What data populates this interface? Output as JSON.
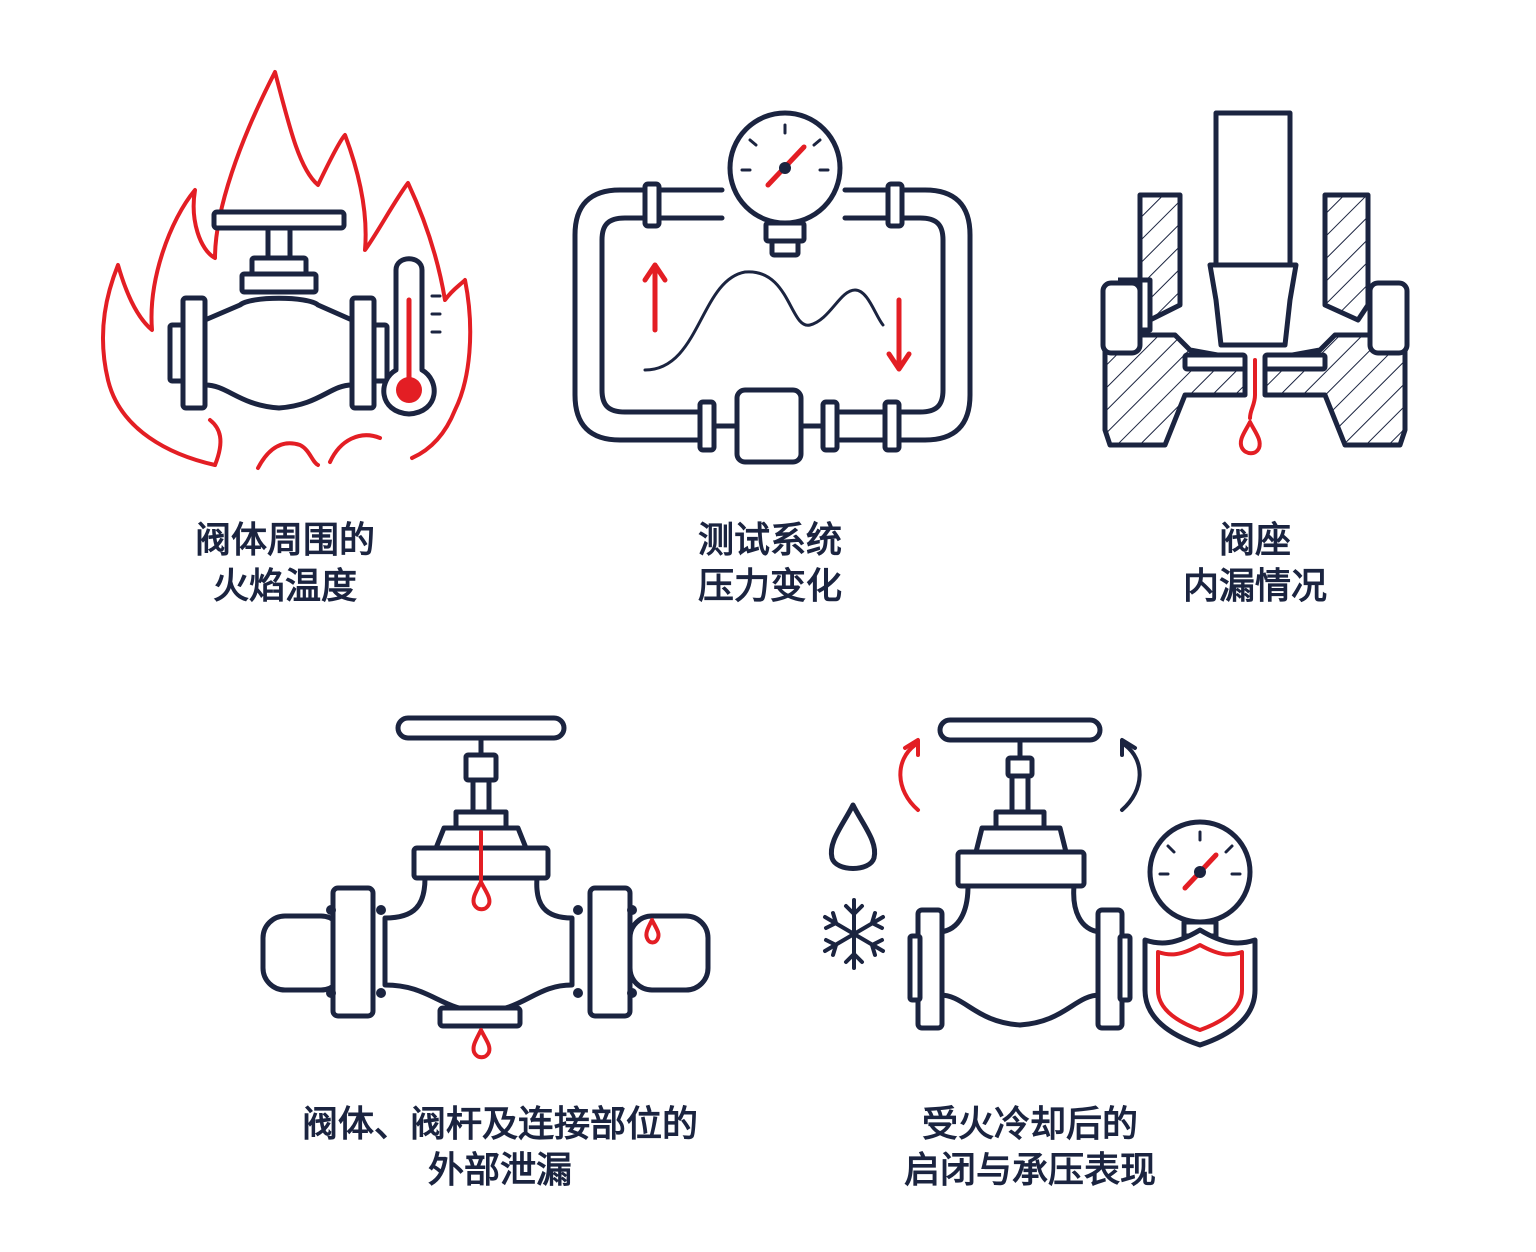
{
  "colors": {
    "ink": "#1b2440",
    "accent": "#e31e24",
    "background": "#ffffff"
  },
  "items": [
    {
      "icon": "flame-valve-thermometer-icon",
      "caption": [
        "阀体周围的",
        "火焰温度"
      ]
    },
    {
      "icon": "pressure-gauge-loop-icon",
      "caption": [
        "测试系统",
        "压力变化"
      ]
    },
    {
      "icon": "valve-seat-section-icon",
      "caption": [
        "阀座",
        "内漏情况"
      ]
    },
    {
      "icon": "valve-leak-drops-icon",
      "caption": [
        "阀体、阀杆及连接部位的",
        "外部泄漏"
      ]
    },
    {
      "icon": "valve-cooling-shield-icon",
      "caption": [
        "受火冷却后的",
        "启闭与承压表现"
      ]
    }
  ]
}
